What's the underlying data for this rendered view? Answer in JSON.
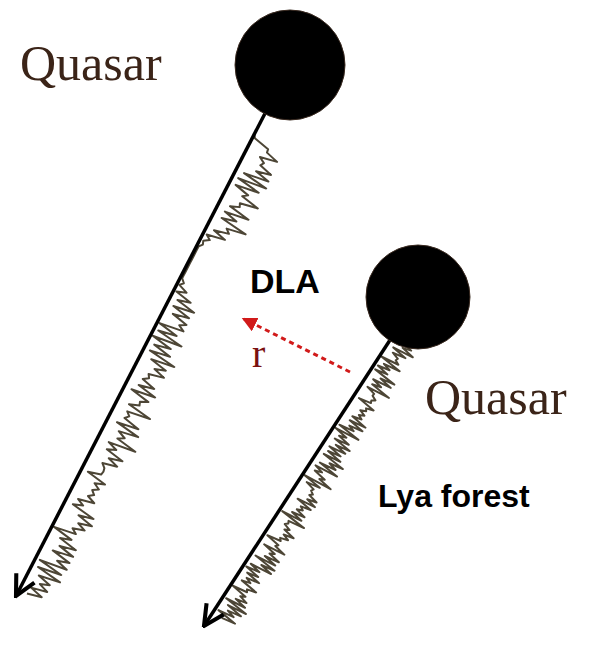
{
  "diagram": {
    "labels": [
      "Quasar",
      "DLA",
      "r",
      "Quasar",
      "Lya forest"
    ]
  }
}
